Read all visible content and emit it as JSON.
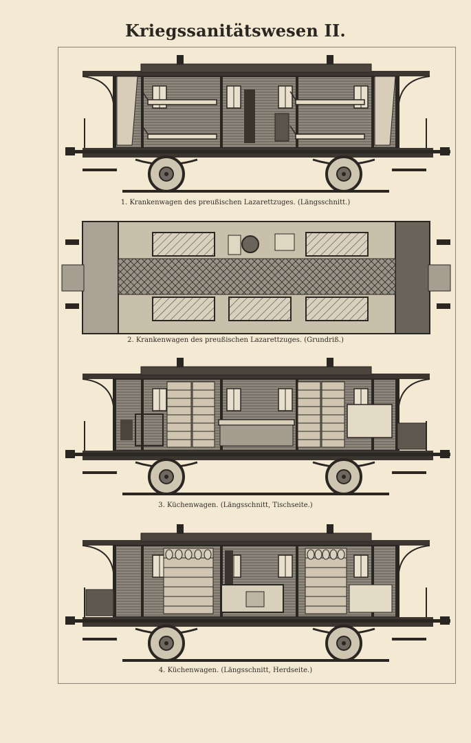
{
  "title": "Kriegssanitätswesen II.",
  "figures": [
    {
      "caption": "1. Krankenwagen des preußischen Lazarettzuges. (Längsschnitt.)"
    },
    {
      "caption": "2. Krankenwagen des preußischen Lazarettzuges. (Grundriß.)"
    },
    {
      "caption": "3. Küchenwagen. (Längsschnitt, Tischseite.)"
    },
    {
      "caption": "4. Küchenwagen. (Längsschnitt, Herdseite.)"
    }
  ],
  "colors": {
    "paper": "#f4ead3",
    "ink": "#2a2622",
    "shade": "#6e6860"
  }
}
